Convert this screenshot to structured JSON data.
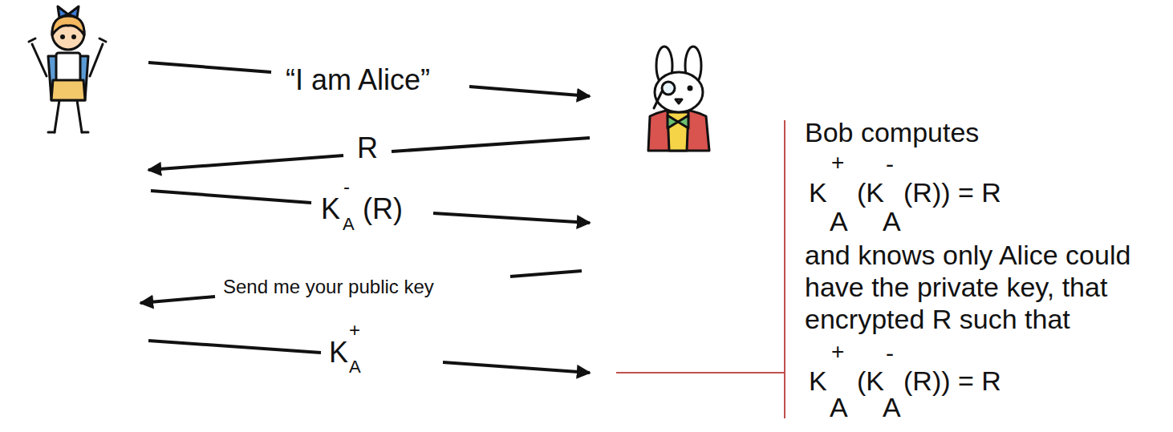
{
  "diagram": {
    "labels": [
      "“I am Alice”",
      "R",
      "K",
      "-",
      "A",
      "(R)",
      "Send me your public key",
      "K",
      "+",
      "A",
      "Bob computes",
      "K",
      "+",
      "A",
      "(K",
      "-",
      "A",
      "(R)) = R",
      "and knows only Alice could have the private key, that encrypted R such that",
      "K",
      "+",
      "A",
      "(K",
      "-",
      "A",
      "(R)) = R"
    ]
  }
}
